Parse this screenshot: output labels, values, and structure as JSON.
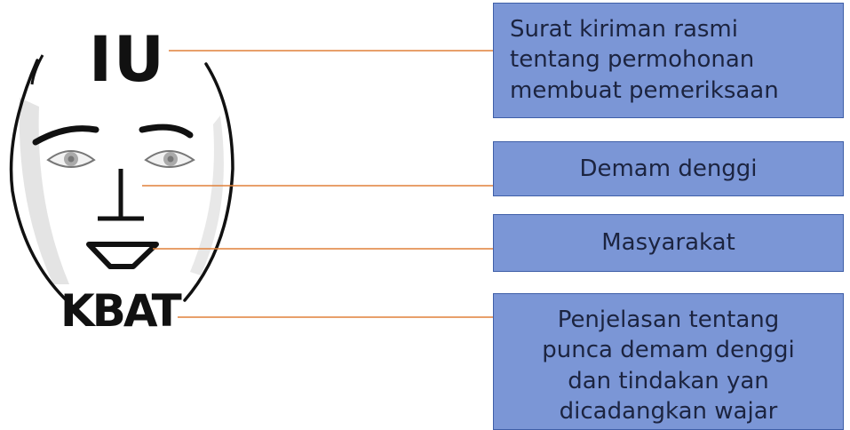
{
  "labels": {
    "top": "IU",
    "bottom": "KBAT"
  },
  "boxes": [
    {
      "lines": [
        "Surat kiriman rasmi",
        "tentang permohonan",
        "membuat pemeriksaan"
      ]
    },
    {
      "lines": [
        "Demam denggi"
      ]
    },
    {
      "lines": [
        "Masyarakat"
      ]
    },
    {
      "lines": [
        "Penjelasan tentang",
        "punca demam denggi",
        "dan tindakan yan",
        "dicadangkan wajar"
      ]
    }
  ],
  "colors": {
    "box_fill": "#7b96d6",
    "box_border": "#3f5fa8",
    "connector": "#e0813a",
    "ink": "#111111"
  }
}
